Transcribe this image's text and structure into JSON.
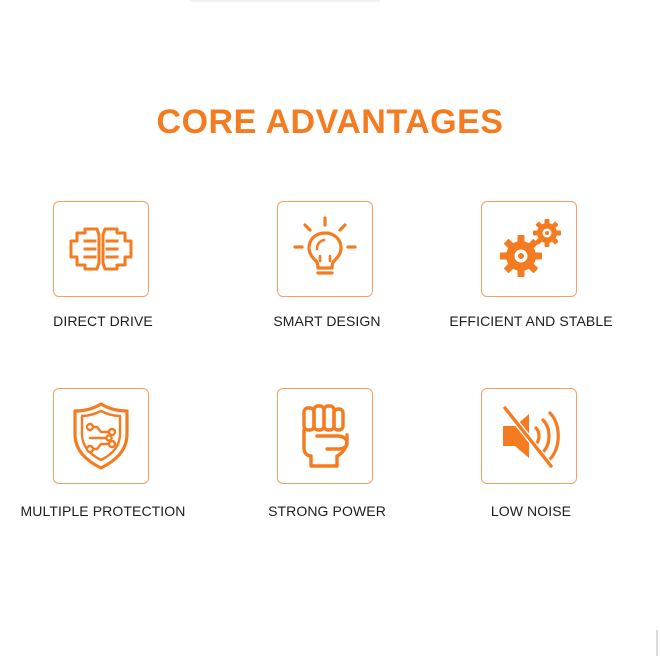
{
  "title": "CORE ADVANTAGES",
  "accent_color": "#f57b20",
  "features": [
    {
      "label": "DIRECT DRIVE",
      "icon": "direct-drive-motor-icon"
    },
    {
      "label": "SMART DESIGN",
      "icon": "lightbulb-icon"
    },
    {
      "label": "EFFICIENT AND STABLE",
      "icon": "gears-icon"
    },
    {
      "label": "MULTIPLE PROTECTION",
      "icon": "shield-circuit-icon"
    },
    {
      "label": "STRONG POWER",
      "icon": "fist-icon"
    },
    {
      "label": "LOW NOISE",
      "icon": "speaker-mute-icon"
    }
  ]
}
